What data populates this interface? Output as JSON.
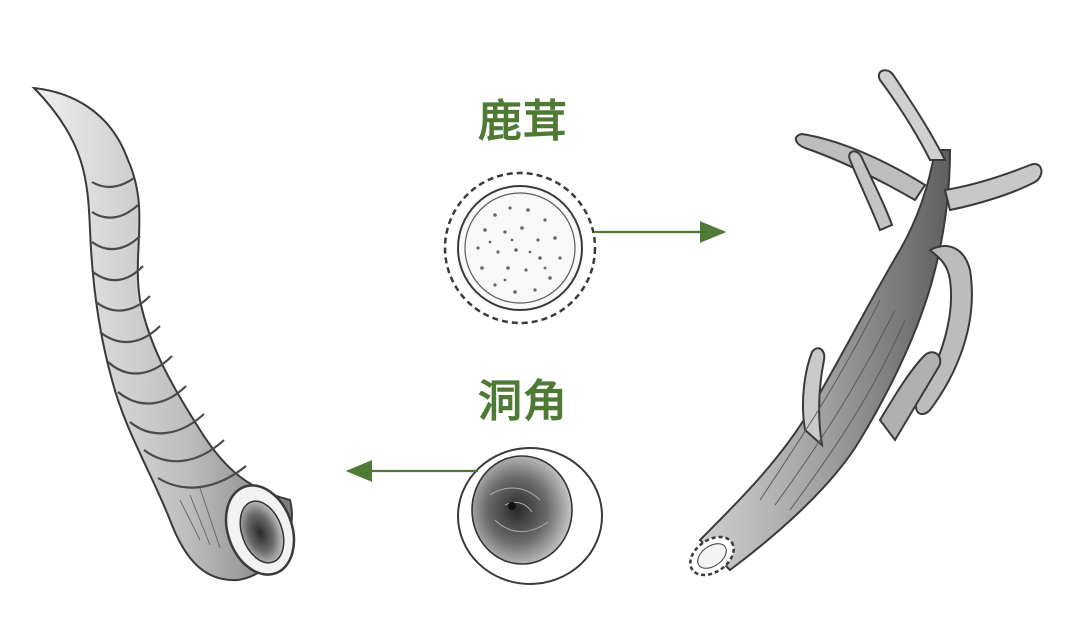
{
  "labels": {
    "antler": "鹿茸",
    "horn": "洞角"
  },
  "colors": {
    "label": "#4f7a36",
    "arrow": "#4f7a36",
    "sketch": "#3a3a3a",
    "shade": "#8a8a8a"
  },
  "figures": {
    "left": "horn-sketch",
    "center_top": "antler-cross-section-icon",
    "center_bottom": "horn-cross-section-icon",
    "right": "antler-sketch"
  }
}
